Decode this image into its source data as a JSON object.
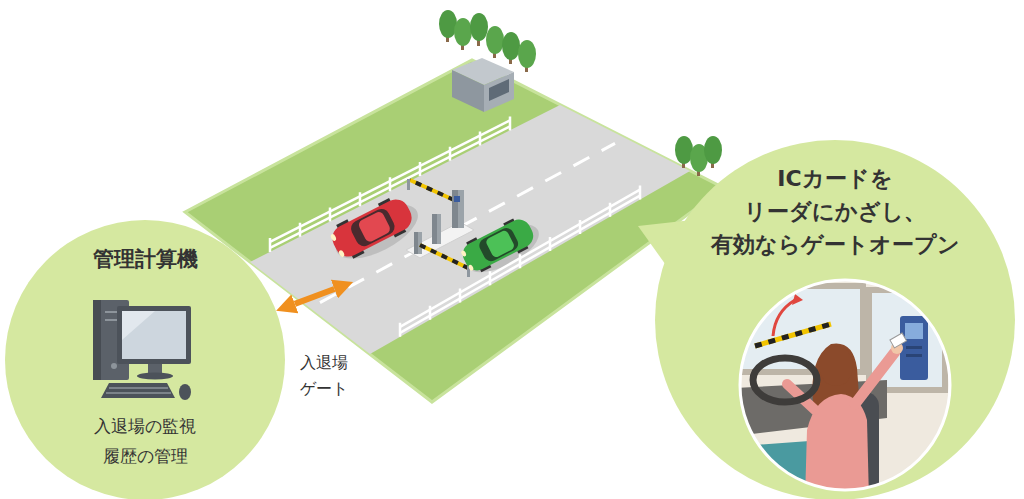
{
  "diagram": {
    "nodes": [
      {
        "text": [
          "管理計算機",
          "入退場の監視 履歴の管理"
        ]
      },
      {
        "text": [
          "入退場 ゲート"
        ]
      },
      {
        "text": [
          "ICカードを リーダにかざし、 有効ならゲートオープン"
        ]
      }
    ],
    "edges": [
      {
        "from": 0,
        "to": 1,
        "arrow": "both"
      }
    ]
  }
}
